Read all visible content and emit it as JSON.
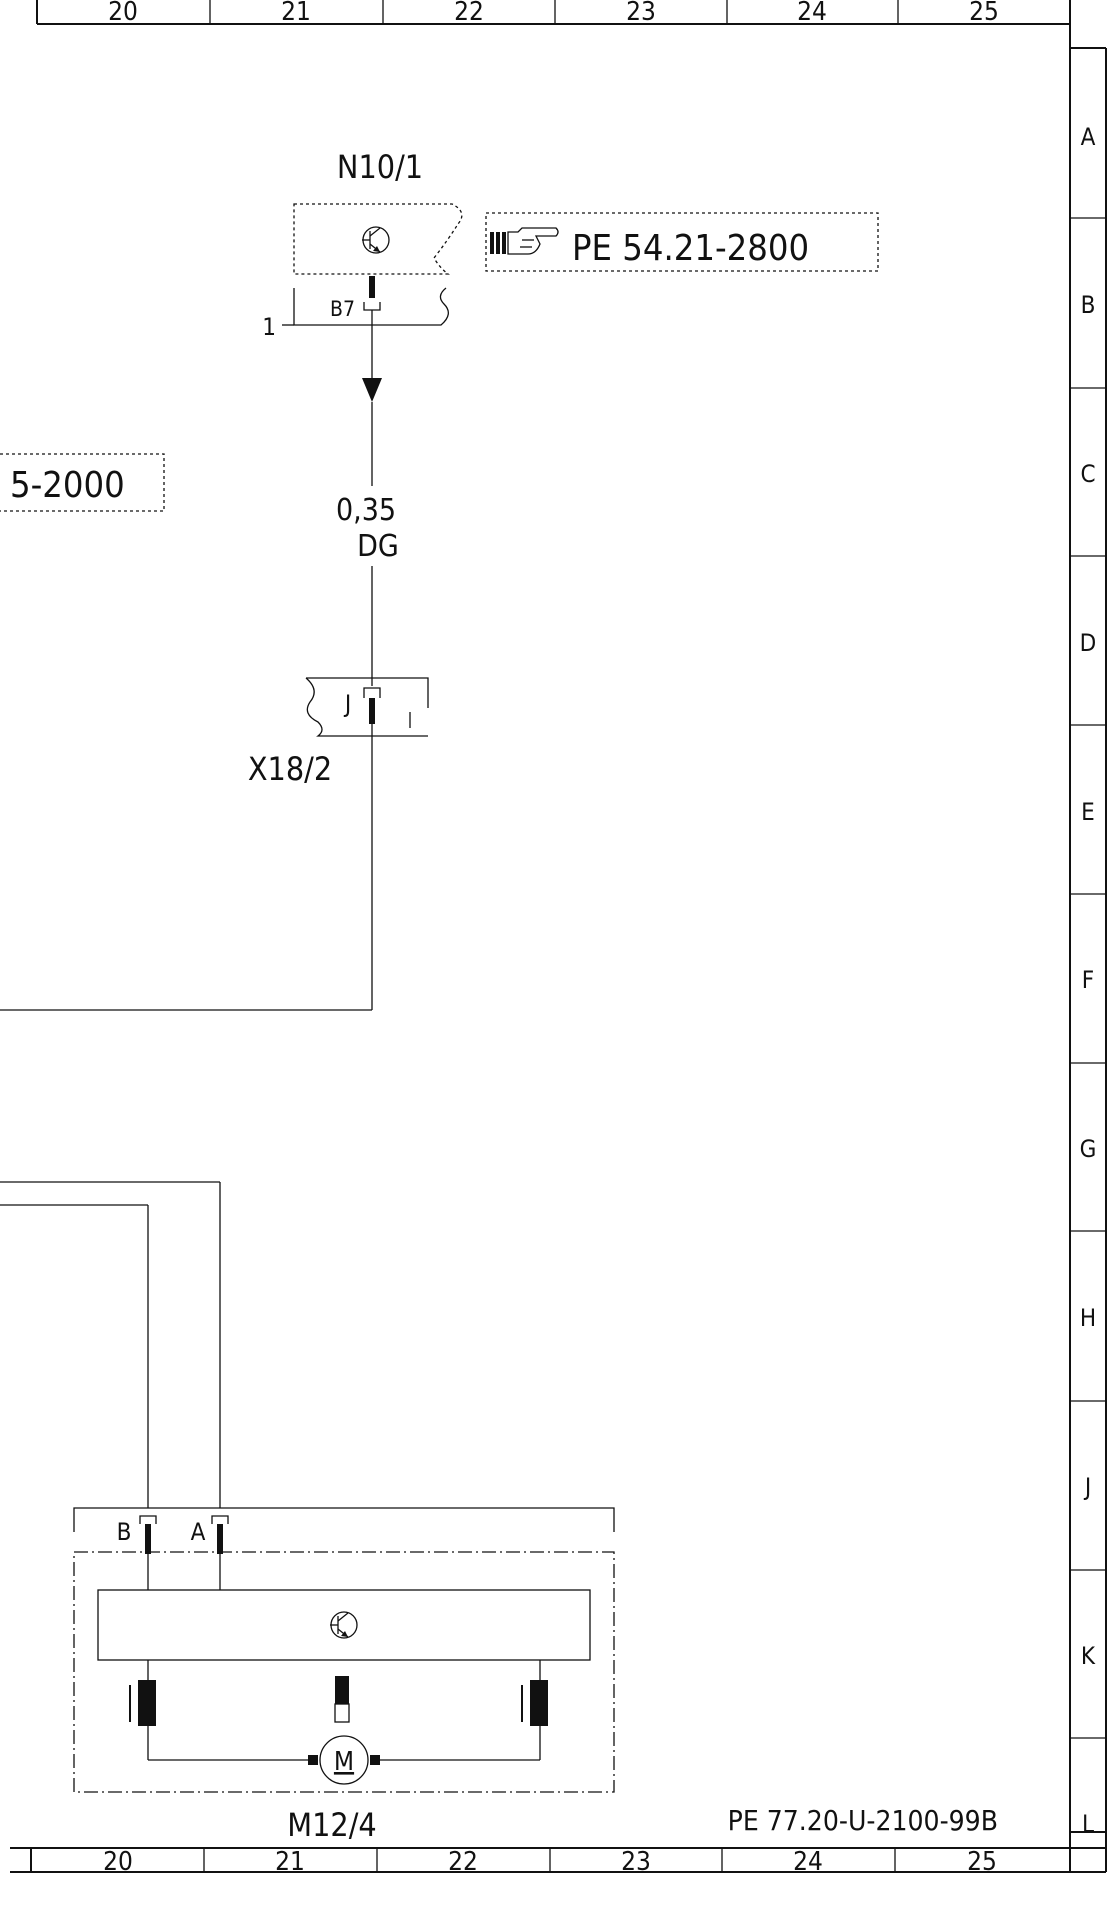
{
  "grid": {
    "columns": [
      "20",
      "21",
      "22",
      "23",
      "24",
      "25"
    ],
    "rows": [
      "A",
      "B",
      "C",
      "D",
      "E",
      "F",
      "G",
      "H",
      "J",
      "K",
      "L"
    ]
  },
  "components": {
    "control_unit": {
      "id": "N10/1",
      "connector": "B7",
      "pin": "1",
      "reference": "PE 54.21-2800"
    },
    "partial_reference": "5-2000",
    "wire": {
      "cross_section": "0,35",
      "color": "DG"
    },
    "connector": {
      "id": "X18/2",
      "pin": "J"
    },
    "motor": {
      "id": "M12/4",
      "pin_b": "B",
      "pin_a": "A",
      "symbol": "M"
    }
  },
  "footer": {
    "drawing_number": "PE 77.20-U-2100-99B"
  },
  "colors": {
    "ink": "#111111",
    "paper": "#ffffff"
  },
  "icons": [
    "transistor-icon",
    "pointing-hand-icon",
    "motor-icon",
    "coil-icon"
  ]
}
